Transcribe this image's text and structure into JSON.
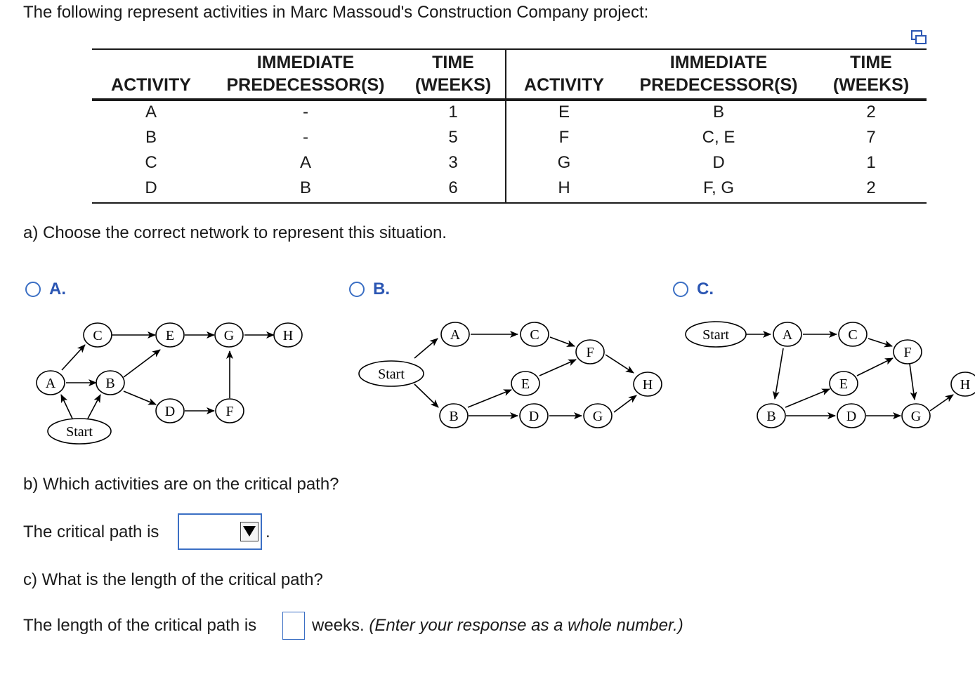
{
  "intro": "The following represent activities in Marc Massoud's Construction Company project:",
  "table": {
    "headers": {
      "activity": "ACTIVITY",
      "immediate": "IMMEDIATE",
      "predecessors": "PREDECESSOR(S)",
      "time": "TIME",
      "weeks": "(WEEKS)"
    },
    "left_rows": [
      {
        "activity": "A",
        "pred": "-",
        "time": "1"
      },
      {
        "activity": "B",
        "pred": "-",
        "time": "5"
      },
      {
        "activity": "C",
        "pred": "A",
        "time": "3"
      },
      {
        "activity": "D",
        "pred": "B",
        "time": "6"
      }
    ],
    "right_rows": [
      {
        "activity": "E",
        "pred": "B",
        "time": "2"
      },
      {
        "activity": "F",
        "pred": "C, E",
        "time": "7"
      },
      {
        "activity": "G",
        "pred": "D",
        "time": "1"
      },
      {
        "activity": "H",
        "pred": "F, G",
        "time": "2"
      }
    ]
  },
  "question_a": "a) Choose the correct network to represent this situation.",
  "options": {
    "a": "A.",
    "b": "B.",
    "c": "C."
  },
  "node_labels": {
    "start": "Start",
    "A": "A",
    "B": "B",
    "C": "C",
    "D": "D",
    "E": "E",
    "F": "F",
    "G": "G",
    "H": "H"
  },
  "question_b": "b) Which activities are on the critical path?",
  "critical_path_prefix": "The critical path is",
  "critical_path_value": "",
  "critical_path_suffix": ".",
  "question_c": "c) What is the length of the critical path?",
  "length_prefix": "The length of the critical path is",
  "length_value": "",
  "length_suffix": "weeks.",
  "length_hint": "(Enter your response as a whole number.)"
}
